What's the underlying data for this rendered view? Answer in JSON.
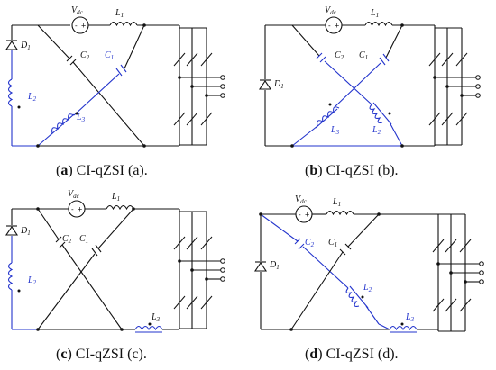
{
  "panels": [
    {
      "id": "a",
      "caption_letter": "a",
      "caption_text": "CI-qZSI (a).",
      "labels": {
        "vdc": "V",
        "vdc_sub": "dc",
        "l1": "L",
        "l1_sub": "1",
        "c1": "C",
        "c1_sub": "1",
        "c2": "C",
        "c2_sub": "2",
        "l2": "L",
        "l2_sub": "2",
        "l3": "L",
        "l3_sub": "3",
        "d1": "D",
        "d1_sub": "1"
      }
    },
    {
      "id": "b",
      "caption_letter": "b",
      "caption_text": "CI-qZSI (b).",
      "labels": {
        "vdc": "V",
        "vdc_sub": "dc",
        "l1": "L",
        "l1_sub": "1",
        "c1": "C",
        "c1_sub": "1",
        "c2": "C",
        "c2_sub": "2",
        "l2": "L",
        "l2_sub": "2",
        "l3": "L",
        "l3_sub": "3",
        "d1": "D",
        "d1_sub": "1"
      }
    },
    {
      "id": "c",
      "caption_letter": "c",
      "caption_text": "CI-qZSI (c).",
      "labels": {
        "vdc": "V",
        "vdc_sub": "dc",
        "l1": "L",
        "l1_sub": "1",
        "c1": "C",
        "c1_sub": "1",
        "c2": "C",
        "c2_sub": "2",
        "l2": "L",
        "l2_sub": "2",
        "l3": "L",
        "l3_sub": "3",
        "d1": "D",
        "d1_sub": "1"
      }
    },
    {
      "id": "d",
      "caption_letter": "d",
      "caption_text": "CI-qZSI (d).",
      "labels": {
        "vdc": "V",
        "vdc_sub": "dc",
        "l1": "L",
        "l1_sub": "1",
        "c1": "C",
        "c1_sub": "1",
        "c2": "C",
        "c2_sub": "2",
        "l2": "L",
        "l2_sub": "2",
        "l3": "L",
        "l3_sub": "3",
        "d1": "D",
        "d1_sub": "1"
      }
    }
  ],
  "colors": {
    "wire": "#111111",
    "coupled_path": "#2233cc"
  }
}
